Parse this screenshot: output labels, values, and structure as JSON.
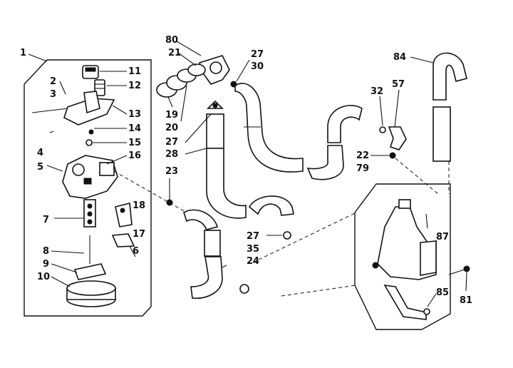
{
  "callouts": {
    "c1": "1",
    "c2": "2",
    "c3": "3",
    "c4": "4",
    "c5": "5",
    "c6": "6",
    "c7": "7",
    "c8": "8",
    "c9": "9",
    "c10": "10",
    "c11": "11",
    "c12": "12",
    "c13": "13",
    "c14": "14",
    "c15": "15",
    "c16": "16",
    "c17": "17",
    "c18": "18",
    "c19": "19",
    "c20": "20",
    "c21": "21",
    "c22": "22",
    "c23": "23",
    "c24": "24",
    "c27a": "27",
    "c27b": "27",
    "c27c": "27",
    "c28": "28",
    "c30": "30",
    "c32": "32",
    "c35": "35",
    "c57": "57",
    "c79": "79",
    "c80": "80",
    "c81": "81",
    "c84": "84",
    "c85": "85",
    "c87": "87"
  }
}
